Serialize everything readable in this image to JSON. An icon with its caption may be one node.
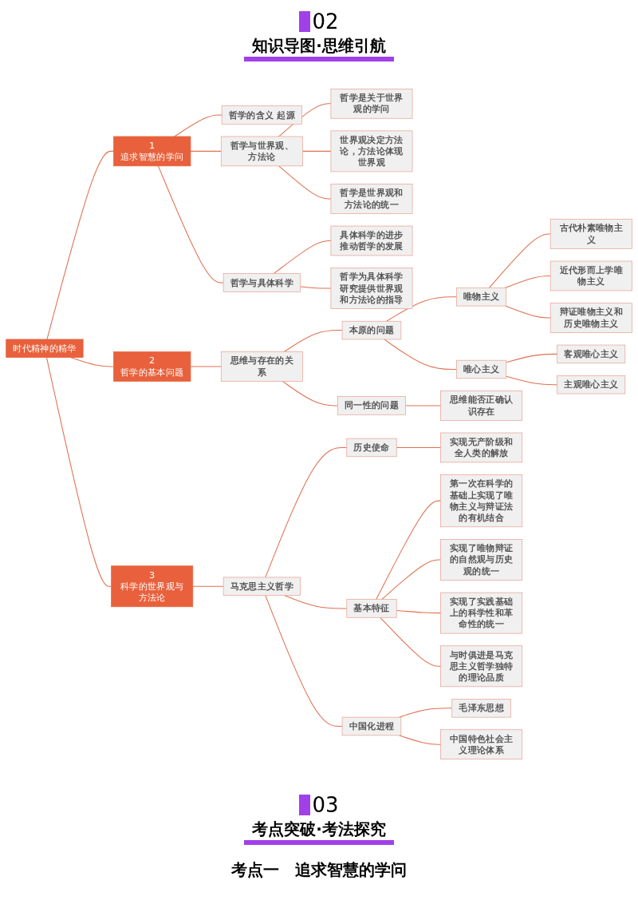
{
  "diagram": {
    "title": "知识导图·思维引航",
    "nodes": [
      {
        "text": [
          "时代精神的精华"
        ]
      },
      {
        "text": [
          "1",
          "追求智慧的学问"
        ]
      },
      {
        "text": [
          "哲学的含义 起源"
        ]
      },
      {
        "text": [
          "哲学与世界观、方法论"
        ]
      },
      {
        "text": [
          "哲学是关于世界观的学问"
        ]
      },
      {
        "text": [
          "世界观决定方法论，方法论体现世界观"
        ]
      },
      {
        "text": [
          "哲学是世界观和方法论的统一"
        ]
      },
      {
        "text": [
          "哲学与具体科学"
        ]
      },
      {
        "text": [
          "具体科学的进步推动哲学的发展"
        ]
      },
      {
        "text": [
          "哲学为具体科学研究提供世界观和方法论的指导"
        ]
      },
      {
        "text": [
          "2",
          "哲学的基本问题"
        ]
      },
      {
        "text": [
          "思维与存在的关系"
        ]
      },
      {
        "text": [
          "本原的问题"
        ]
      },
      {
        "text": [
          "唯物主义"
        ]
      },
      {
        "text": [
          "古代朴素唯物主义"
        ]
      },
      {
        "text": [
          "近代形而上学唯物主义"
        ]
      },
      {
        "text": [
          "辩证唯物主义和历史唯物主义"
        ]
      },
      {
        "text": [
          "唯心主义"
        ]
      },
      {
        "text": [
          "客观唯心主义"
        ]
      },
      {
        "text": [
          "主观唯心主义"
        ]
      },
      {
        "text": [
          "同一性的问题"
        ]
      },
      {
        "text": [
          "思维能否正确认识存在"
        ]
      },
      {
        "text": [
          "3",
          "科学的世界观与方法论"
        ]
      },
      {
        "text": [
          "马克思主义哲学"
        ]
      },
      {
        "text": [
          "历史使命"
        ]
      },
      {
        "text": [
          "实现无产阶级和全人类的解放"
        ]
      },
      {
        "text": [
          "基本特征"
        ]
      },
      {
        "text": [
          "第一次在科学的基础上实现了唯物主义与辩证法的有机结合"
        ]
      },
      {
        "text": [
          "实现了唯物辩证的自然观与历史观的统一"
        ]
      },
      {
        "text": [
          "实现了实践基础上的科学性和革命性的统一"
        ]
      },
      {
        "text": [
          "与时俱进是马克思主义哲学独特的理论品质"
        ]
      },
      {
        "text": [
          "中国化进程"
        ]
      },
      {
        "text": [
          "毛泽东思想"
        ]
      },
      {
        "text": [
          "中国特色社会主义理论体系"
        ]
      }
    ],
    "edges": [
      {
        "from": 0,
        "to": 1,
        "arrow": "none"
      },
      {
        "from": 1,
        "to": 2,
        "arrow": "none"
      },
      {
        "from": 1,
        "to": 3,
        "arrow": "none"
      },
      {
        "from": 3,
        "to": 4,
        "arrow": "none"
      },
      {
        "from": 3,
        "to": 5,
        "arrow": "none"
      },
      {
        "from": 3,
        "to": 6,
        "arrow": "none"
      },
      {
        "from": 1,
        "to": 7,
        "arrow": "none"
      },
      {
        "from": 7,
        "to": 8,
        "arrow": "none"
      },
      {
        "from": 7,
        "to": 9,
        "arrow": "none"
      },
      {
        "from": 0,
        "to": 10,
        "arrow": "none"
      },
      {
        "from": 10,
        "to": 11,
        "arrow": "none"
      },
      {
        "from": 11,
        "to": 12,
        "arrow": "none"
      },
      {
        "from": 12,
        "to": 13,
        "arrow": "none"
      },
      {
        "from": 13,
        "to": 14,
        "arrow": "none"
      },
      {
        "from": 13,
        "to": 15,
        "arrow": "none"
      },
      {
        "from": 13,
        "to": 16,
        "arrow": "none"
      },
      {
        "from": 12,
        "to": 17,
        "arrow": "none"
      },
      {
        "from": 17,
        "to": 18,
        "arrow": "none"
      },
      {
        "from": 17,
        "to": 19,
        "arrow": "none"
      },
      {
        "from": 11,
        "to": 20,
        "arrow": "none"
      },
      {
        "from": 20,
        "to": 21,
        "arrow": "none"
      },
      {
        "from": 0,
        "to": 22,
        "arrow": "none"
      },
      {
        "from": 22,
        "to": 23,
        "arrow": "none"
      },
      {
        "from": 23,
        "to": 24,
        "arrow": "none"
      },
      {
        "from": 24,
        "to": 25,
        "arrow": "none"
      },
      {
        "from": 23,
        "to": 26,
        "arrow": "none"
      },
      {
        "from": 26,
        "to": 27,
        "arrow": "none"
      },
      {
        "from": 26,
        "to": 28,
        "arrow": "none"
      },
      {
        "from": 26,
        "to": 29,
        "arrow": "none"
      },
      {
        "from": 26,
        "to": 30,
        "arrow": "none"
      },
      {
        "from": 23,
        "to": 31,
        "arrow": "none"
      },
      {
        "from": 31,
        "to": 32,
        "arrow": "none"
      },
      {
        "from": 31,
        "to": 33,
        "arrow": "none"
      }
    ],
    "labels": [
      "02",
      "03",
      "考点突破·考法探究",
      "考点一　追求智慧的学问"
    ]
  }
}
